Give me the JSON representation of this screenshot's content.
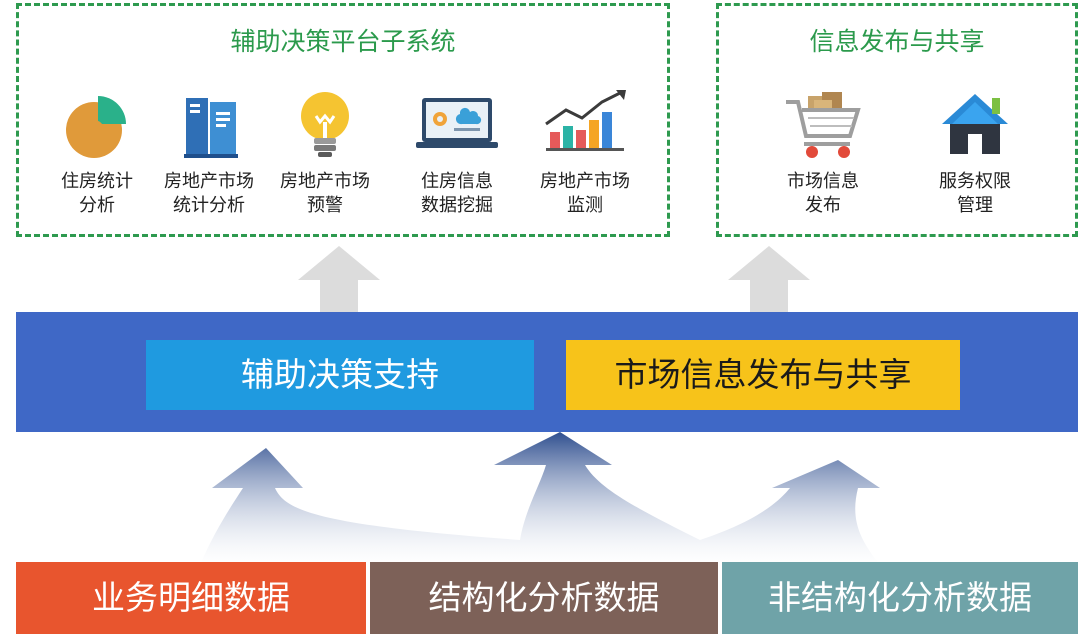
{
  "left_panel": {
    "title": "辅助决策平台子系统",
    "items": [
      {
        "label": "住房统计\n分析",
        "icon": "pie-chart-icon"
      },
      {
        "label": "房地产市场\n统计分析",
        "icon": "books-icon"
      },
      {
        "label": "房地产市场\n预警",
        "icon": "lightbulb-icon"
      },
      {
        "label": "住房信息\n数据挖掘",
        "icon": "laptop-cloud-icon"
      },
      {
        "label": "房地产市场\n监测",
        "icon": "bar-trend-icon"
      }
    ]
  },
  "right_panel": {
    "title": "信息发布与共享",
    "items": [
      {
        "label": "市场信息\n发布",
        "icon": "shopping-cart-icon"
      },
      {
        "label": "服务权限\n管理",
        "icon": "house-icon"
      }
    ]
  },
  "support_band": {
    "left": "辅助决策支持",
    "right": "市场信息发布与共享"
  },
  "data_sources": [
    {
      "label": "业务明细数据",
      "color": "#e8552e"
    },
    {
      "label": "结构化分析数据",
      "color": "#7d6158"
    },
    {
      "label": "非结构化分析数据",
      "color": "#6fa3a8"
    }
  ],
  "colors": {
    "panel_border": "#2e9a4f",
    "title_green": "#2b9a4c",
    "band_blue": "#3f68c6",
    "box_light_blue": "#1f9ae0",
    "box_yellow": "#f7c31a"
  }
}
